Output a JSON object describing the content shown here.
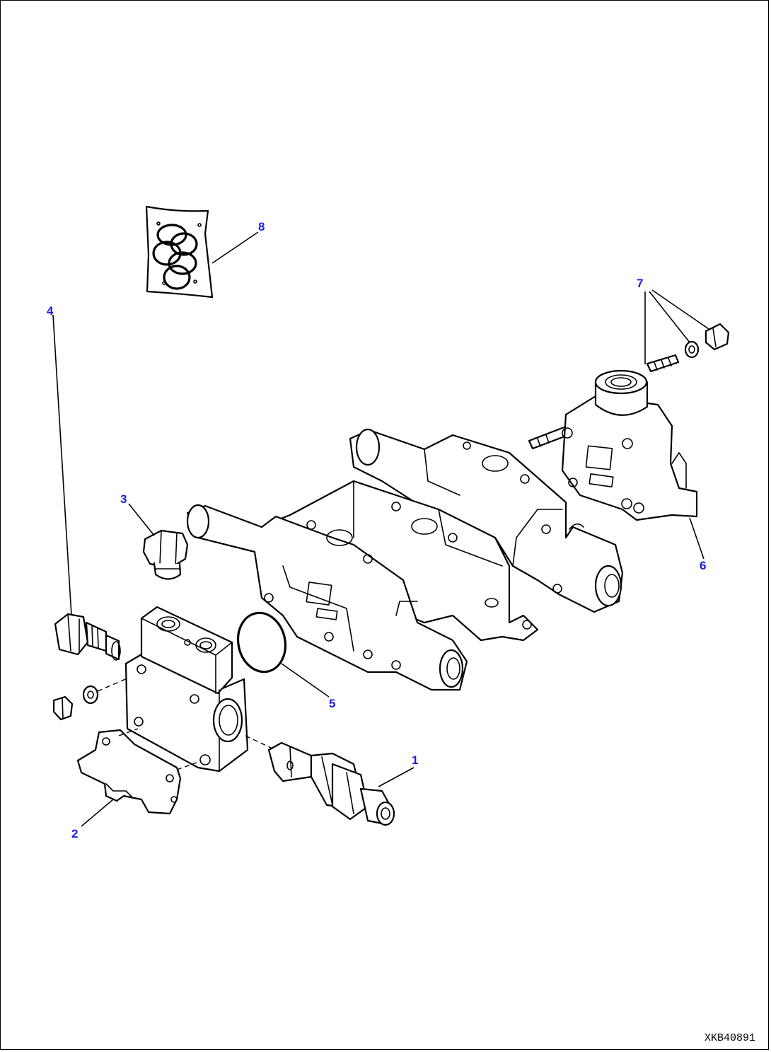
{
  "drawing": {
    "figure_code": "XKB40891",
    "callouts": {
      "c1": "1",
      "c2": "2",
      "c3": "3",
      "c4": "4",
      "c5": "5",
      "c6": "6",
      "c7": "7",
      "c8": "8"
    },
    "callout_color": "#1a1ae6",
    "line_color": "#000000"
  }
}
